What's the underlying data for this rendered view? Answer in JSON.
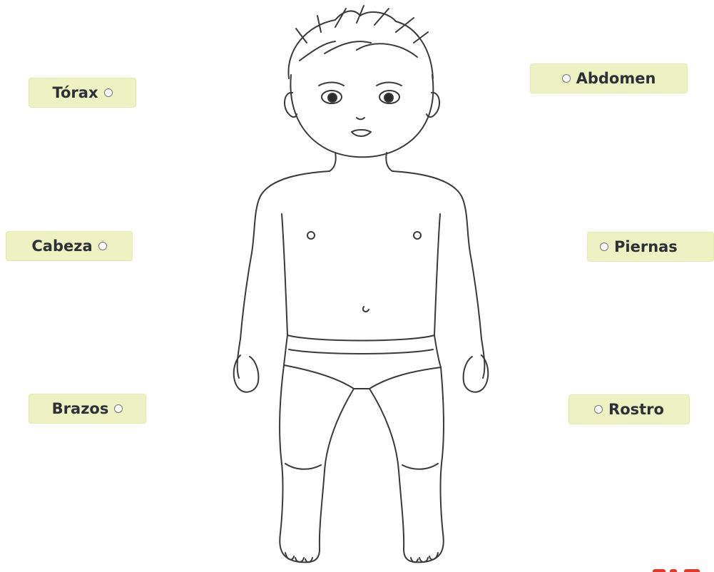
{
  "labels": {
    "torax": "Tórax",
    "cabeza": "Cabeza",
    "brazos": "Brazos",
    "abdomen": "Abdomen",
    "piernas": "Piernas",
    "rostro": "Rostro"
  },
  "colors": {
    "label_background": "#eef2c2",
    "label_text": "#2b3136",
    "outline": "#3a3a3a",
    "corner_mark": "#e23a2a"
  },
  "icons": {
    "radio": "radio-circle-icon",
    "figure": "child-body-outline"
  }
}
